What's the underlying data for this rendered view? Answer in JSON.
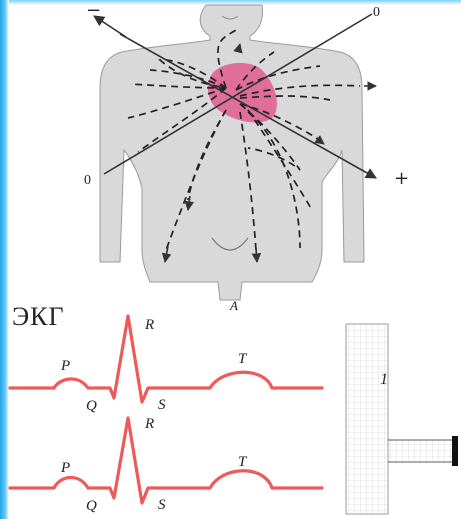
{
  "figure": {
    "label": "A",
    "axis": {
      "minus": "−",
      "plus": "+",
      "zero_top": "0",
      "zero_bottom": "0"
    }
  },
  "ekg": {
    "title": "ЭКГ",
    "waves": {
      "p": "P",
      "q": "Q",
      "r": "R",
      "s": "S",
      "t": "T"
    },
    "calibration_mark": "1"
  },
  "colors": {
    "trace": "#ee5a5a",
    "heart": "#e0578a",
    "body": "#d9d9d9",
    "accent_bar": "#1fa6e6"
  }
}
